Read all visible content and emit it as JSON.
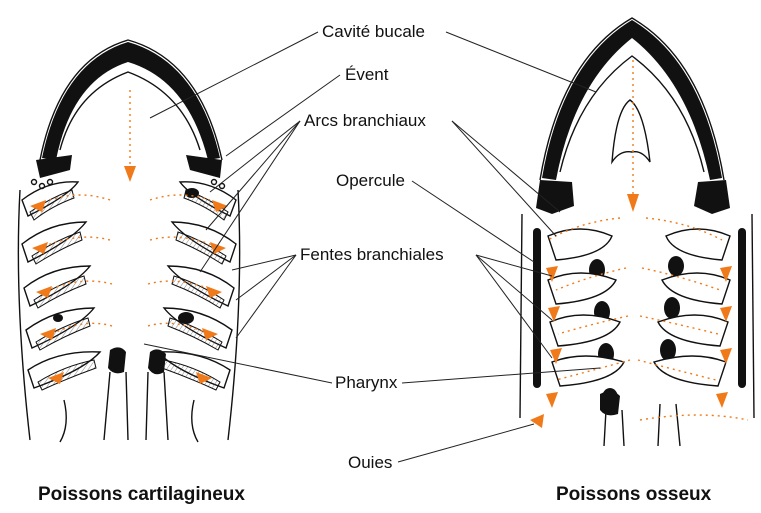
{
  "labels": {
    "cavite_bucale": "Cavité bucale",
    "event": "Évent",
    "arcs_branchiaux": "Arcs branchiaux",
    "opercule": "Opercule",
    "fentes_branchiales": "Fentes branchiales",
    "pharynx": "Pharynx",
    "ouies": "Ouies"
  },
  "captions": {
    "left": "Poissons cartilagineux",
    "right": "Poissons osseux"
  },
  "colors": {
    "water_flow": "#f07a1a",
    "cartilage_bone": "#111111",
    "outline": "#111111"
  }
}
